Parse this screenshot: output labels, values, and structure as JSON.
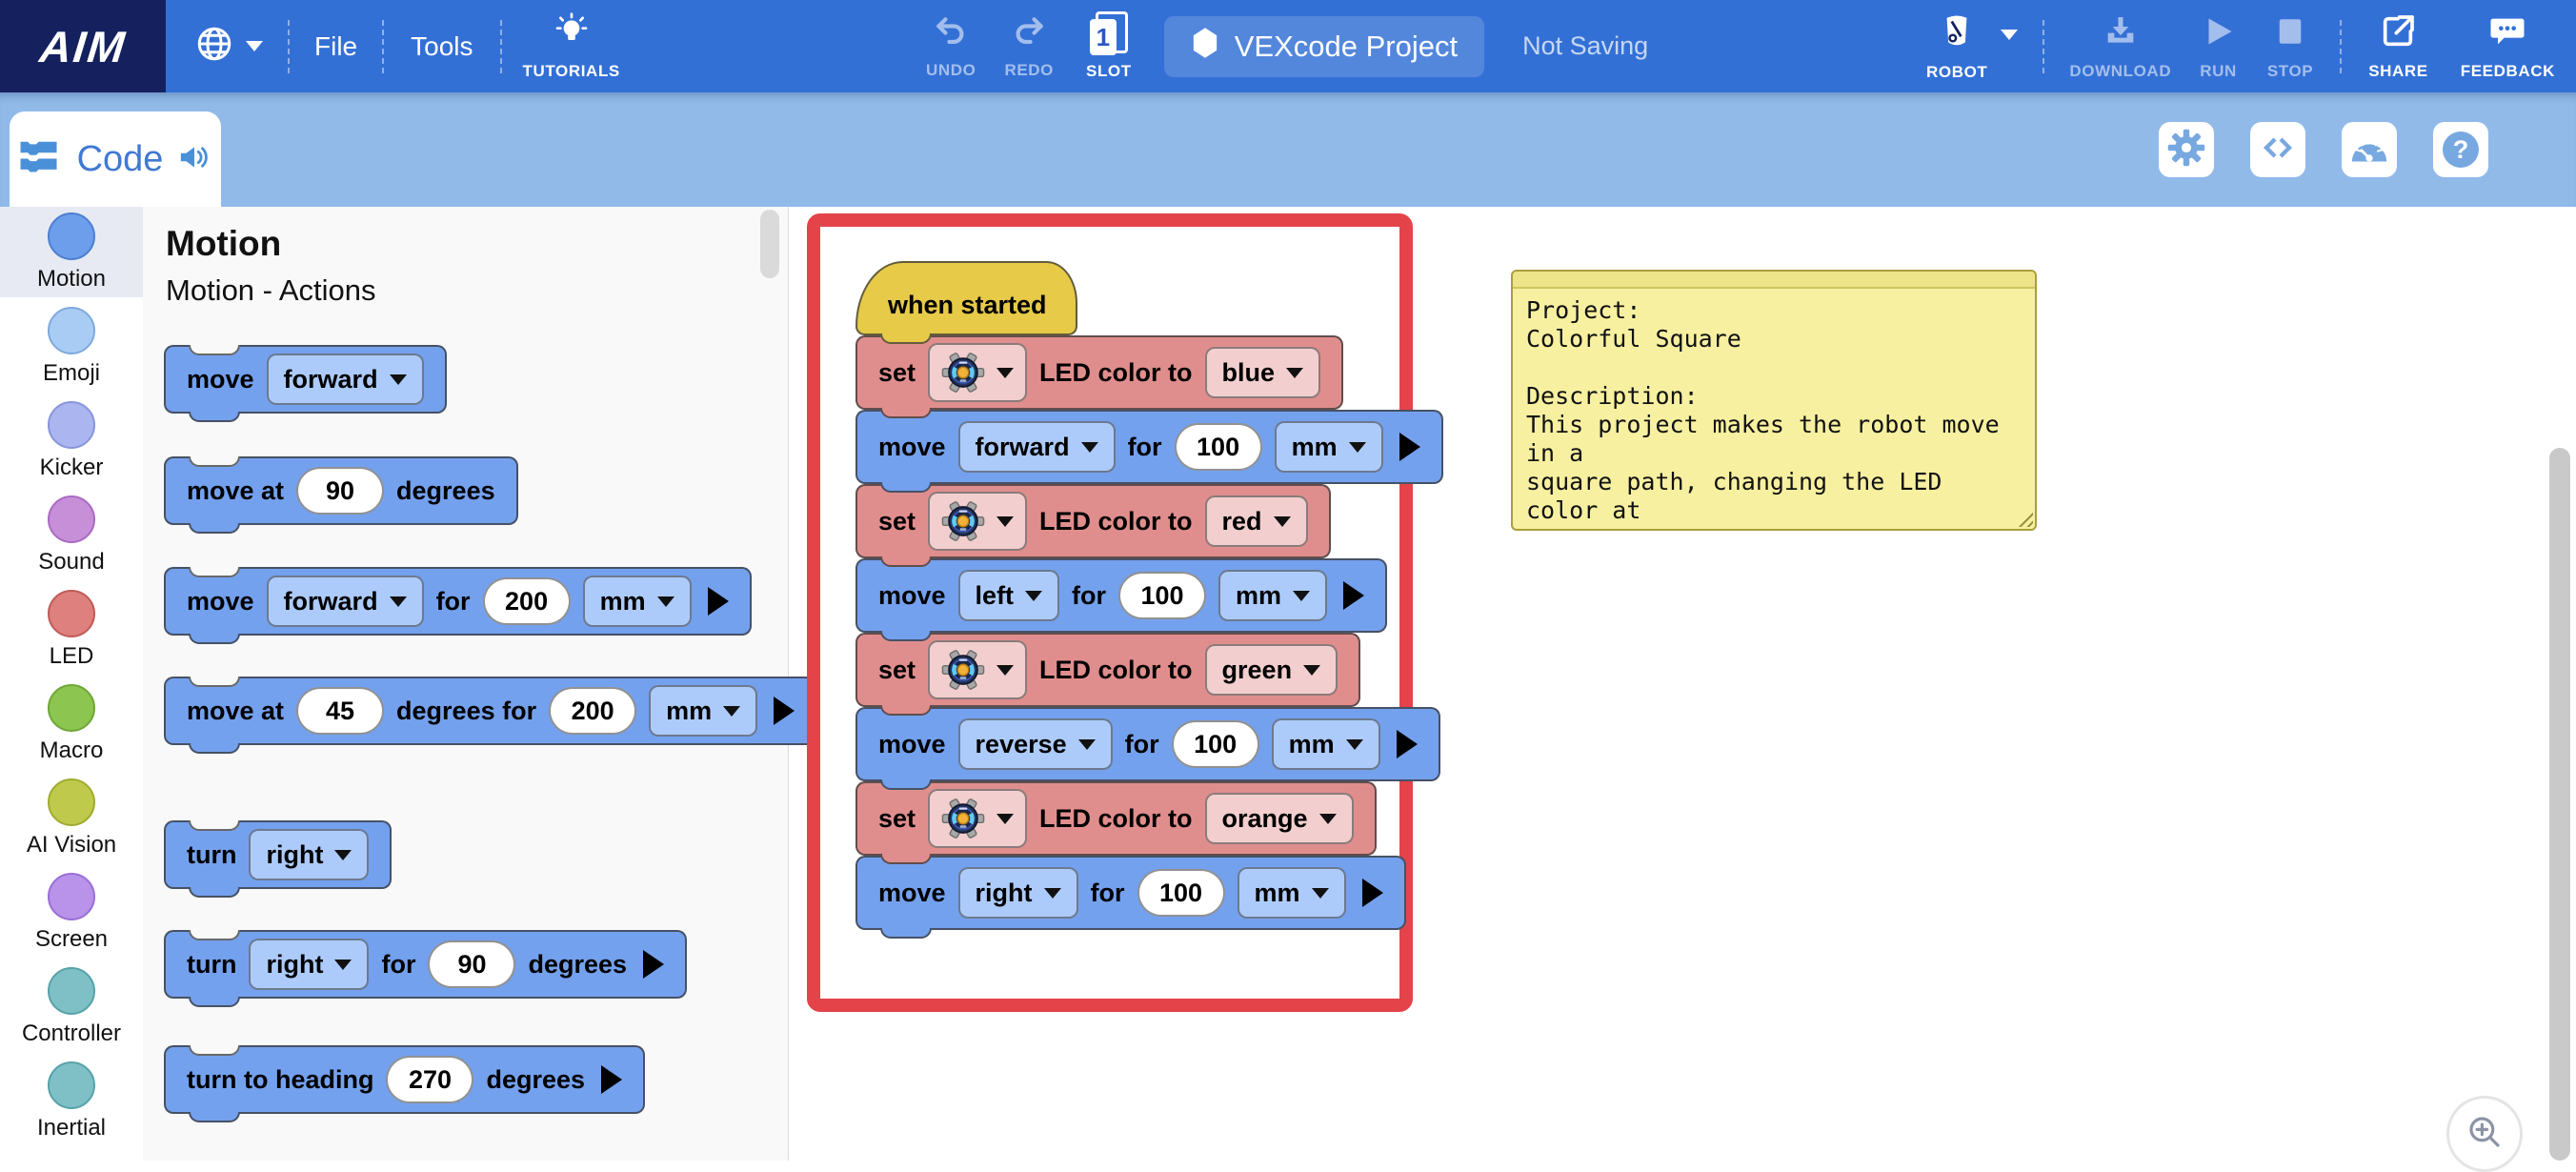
{
  "topbar": {
    "logo_text": "AIM",
    "file_label": "File",
    "tools_label": "Tools",
    "tutorials_label": "TUTORIALS",
    "undo_label": "UNDO",
    "redo_label": "REDO",
    "slot_label": "SLOT",
    "slot_number": "1",
    "project_name": "VEXcode Project",
    "save_status": "Not Saving",
    "robot_label": "ROBOT",
    "download_label": "DOWNLOAD",
    "run_label": "RUN",
    "stop_label": "STOP",
    "share_label": "SHARE",
    "feedback_label": "FEEDBACK"
  },
  "tabbar": {
    "code_label": "Code"
  },
  "sidebar": {
    "items": [
      {
        "label": "Motion",
        "color": "#6D9EEC",
        "border": "#4C7FD0",
        "selected": true
      },
      {
        "label": "Emoji",
        "color": "#A9CCF5",
        "border": "#7FA9DC",
        "selected": false
      },
      {
        "label": "Kicker",
        "color": "#ABB6F0",
        "border": "#8894DB",
        "selected": false
      },
      {
        "label": "Sound",
        "color": "#C88FD9",
        "border": "#A86BC0",
        "selected": false
      },
      {
        "label": "LED",
        "color": "#DE807D",
        "border": "#BE5B58",
        "selected": false
      },
      {
        "label": "Macro",
        "color": "#8CC550",
        "border": "#6FA637",
        "selected": false
      },
      {
        "label": "AI Vision",
        "color": "#BFCA4D",
        "border": "#9FAC30",
        "selected": false
      },
      {
        "label": "Screen",
        "color": "#B893E9",
        "border": "#9A6ED6",
        "selected": false
      },
      {
        "label": "Controller",
        "color": "#7FC0C6",
        "border": "#57A2A9",
        "selected": false
      },
      {
        "label": "Inertial",
        "color": "#7FC0C6",
        "border": "#57A2A9",
        "selected": false
      }
    ]
  },
  "flyout": {
    "title": "Motion",
    "subtitle": "Motion - Actions",
    "blocks": [
      {
        "kind": "move",
        "tokens": [
          [
            "label",
            "move"
          ],
          [
            "dd",
            "forward"
          ]
        ]
      },
      {
        "kind": "move",
        "tokens": [
          [
            "label",
            "move at"
          ],
          [
            "oval",
            "90"
          ],
          [
            "label",
            "degrees"
          ]
        ]
      },
      {
        "kind": "move",
        "tokens": [
          [
            "label",
            "move"
          ],
          [
            "dd",
            "forward"
          ],
          [
            "label",
            "for"
          ],
          [
            "oval",
            "200"
          ],
          [
            "dd",
            "mm"
          ],
          [
            "arrow",
            ""
          ]
        ]
      },
      {
        "kind": "move",
        "tokens": [
          [
            "label",
            "move at"
          ],
          [
            "oval",
            "45"
          ],
          [
            "label",
            "degrees for"
          ],
          [
            "oval",
            "200"
          ],
          [
            "dd",
            "mm"
          ],
          [
            "arrow",
            ""
          ]
        ]
      },
      {
        "kind": "move",
        "tokens": [
          [
            "label",
            "turn"
          ],
          [
            "dd",
            "right"
          ]
        ]
      },
      {
        "kind": "move",
        "tokens": [
          [
            "label",
            "turn"
          ],
          [
            "dd",
            "right"
          ],
          [
            "label",
            "for"
          ],
          [
            "oval",
            "90"
          ],
          [
            "label",
            "degrees"
          ],
          [
            "arrow",
            ""
          ]
        ]
      },
      {
        "kind": "move",
        "tokens": [
          [
            "label",
            "turn to heading"
          ],
          [
            "oval",
            "270"
          ],
          [
            "label",
            "degrees"
          ],
          [
            "arrow",
            ""
          ]
        ]
      }
    ]
  },
  "workspace": {
    "stack": [
      {
        "kind": "hat",
        "tokens": [
          [
            "label",
            "when started"
          ]
        ]
      },
      {
        "kind": "set",
        "tokens": [
          [
            "label",
            "set"
          ],
          [
            "robot",
            ""
          ],
          [
            "label",
            "LED color to"
          ],
          [
            "dd",
            "blue"
          ]
        ]
      },
      {
        "kind": "move",
        "tokens": [
          [
            "label",
            "move"
          ],
          [
            "dd",
            "forward"
          ],
          [
            "label",
            "for"
          ],
          [
            "oval",
            "100"
          ],
          [
            "dd",
            "mm"
          ],
          [
            "arrow",
            ""
          ]
        ]
      },
      {
        "kind": "set",
        "tokens": [
          [
            "label",
            "set"
          ],
          [
            "robot",
            ""
          ],
          [
            "label",
            "LED color to"
          ],
          [
            "dd",
            "red"
          ]
        ]
      },
      {
        "kind": "move",
        "tokens": [
          [
            "label",
            "move"
          ],
          [
            "dd",
            "left"
          ],
          [
            "label",
            "for"
          ],
          [
            "oval",
            "100"
          ],
          [
            "dd",
            "mm"
          ],
          [
            "arrow",
            ""
          ]
        ]
      },
      {
        "kind": "set",
        "tokens": [
          [
            "label",
            "set"
          ],
          [
            "robot",
            ""
          ],
          [
            "label",
            "LED color to"
          ],
          [
            "dd",
            "green"
          ]
        ]
      },
      {
        "kind": "move",
        "tokens": [
          [
            "label",
            "move"
          ],
          [
            "dd",
            "reverse"
          ],
          [
            "label",
            "for"
          ],
          [
            "oval",
            "100"
          ],
          [
            "dd",
            "mm"
          ],
          [
            "arrow",
            ""
          ]
        ]
      },
      {
        "kind": "set",
        "tokens": [
          [
            "label",
            "set"
          ],
          [
            "robot",
            ""
          ],
          [
            "label",
            "LED color to"
          ],
          [
            "dd",
            "orange"
          ]
        ]
      },
      {
        "kind": "move",
        "tokens": [
          [
            "label",
            "move"
          ],
          [
            "dd",
            "right"
          ],
          [
            "label",
            "for"
          ],
          [
            "oval",
            "100"
          ],
          [
            "dd",
            "mm"
          ],
          [
            "arrow",
            ""
          ]
        ]
      }
    ],
    "comment": {
      "text": "Project:\nColorful Square\n\nDescription:\nThis project makes the robot move in a\nsquare path, changing the LED color at\neach corner"
    }
  },
  "colors": {
    "topbar": "#3370D6",
    "logo_bg": "#14215E",
    "secondary_bar": "#91BAE9",
    "move_block": "#74A1EE",
    "set_block": "#E08E8D",
    "hat_block": "#E6CA48",
    "highlight_border": "#E4434A",
    "comment_bg": "#F7F0A0"
  }
}
